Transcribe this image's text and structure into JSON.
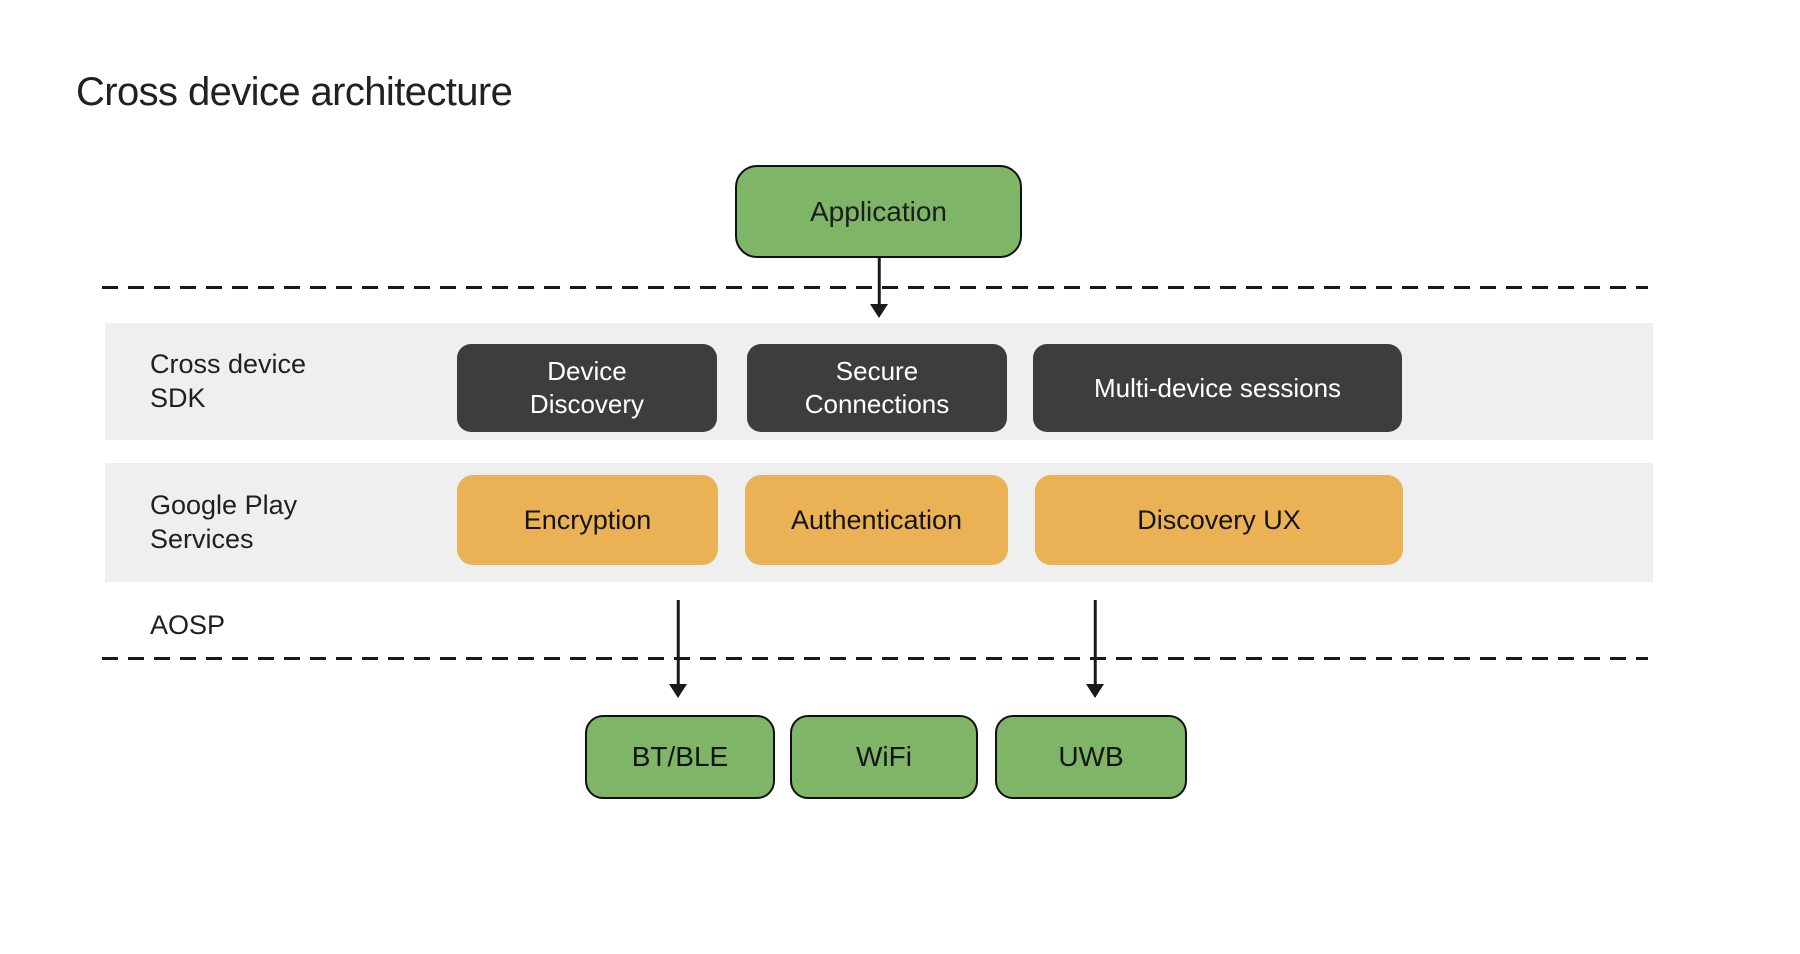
{
  "title": "Cross device architecture",
  "diagram": {
    "application_label": "Application",
    "sdk_layer": {
      "label_line1": "Cross device",
      "label_line2": "SDK",
      "modules": [
        {
          "line1": "Device",
          "line2": "Discovery"
        },
        {
          "line1": "Secure",
          "line2": "Connections"
        },
        {
          "label": "Multi-device sessions"
        }
      ]
    },
    "gps_layer": {
      "label_line1": "Google Play",
      "label_line2": "Services",
      "modules": [
        {
          "label": "Encryption"
        },
        {
          "label": "Authentication"
        },
        {
          "label": "Discovery UX"
        }
      ]
    },
    "aosp_layer": {
      "label": "AOSP"
    },
    "radio_modules": [
      {
        "label": "BT/BLE"
      },
      {
        "label": "WiFi"
      },
      {
        "label": "UWB"
      }
    ]
  },
  "colors": {
    "green": "#7eb566",
    "orange": "#eab254",
    "dark": "#3d3d3d",
    "band": "#efefef",
    "line": "#1a1a1a",
    "text_dark": "#202124"
  }
}
